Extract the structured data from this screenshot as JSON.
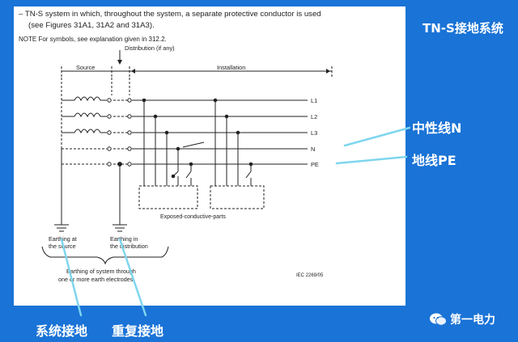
{
  "intro": {
    "line1": "–    TN-S system in which, throughout the system, a separate protective conductor is used",
    "line2": "(see Figures 31A1, 31A2 and 31A3).",
    "note": "NOTE  For symbols, see explanation given in 312.2."
  },
  "diagram": {
    "source_label": "Source",
    "distribution_label": "Distribution (if any)",
    "installation_label": "Installation",
    "conductors": [
      "L1",
      "L2",
      "L3",
      "N",
      "PE"
    ],
    "exposed_parts_label": "Exposed-conductive-parts",
    "earthing_source": [
      "Earthing at",
      "the source"
    ],
    "earthing_distribution": [
      "Earthing in",
      "the distribution"
    ],
    "earthing_system": [
      "Earthing of system through",
      "one or more earth electrodes"
    ],
    "iec_ref": "IEC   2269/05"
  },
  "annotations": {
    "title": "TN-S接地系统",
    "neutral": "中性线N",
    "pe": "地线PE",
    "system_earth": "系统接地",
    "repeat_earth": "重复接地"
  },
  "watermark": {
    "text": "第一电力"
  }
}
